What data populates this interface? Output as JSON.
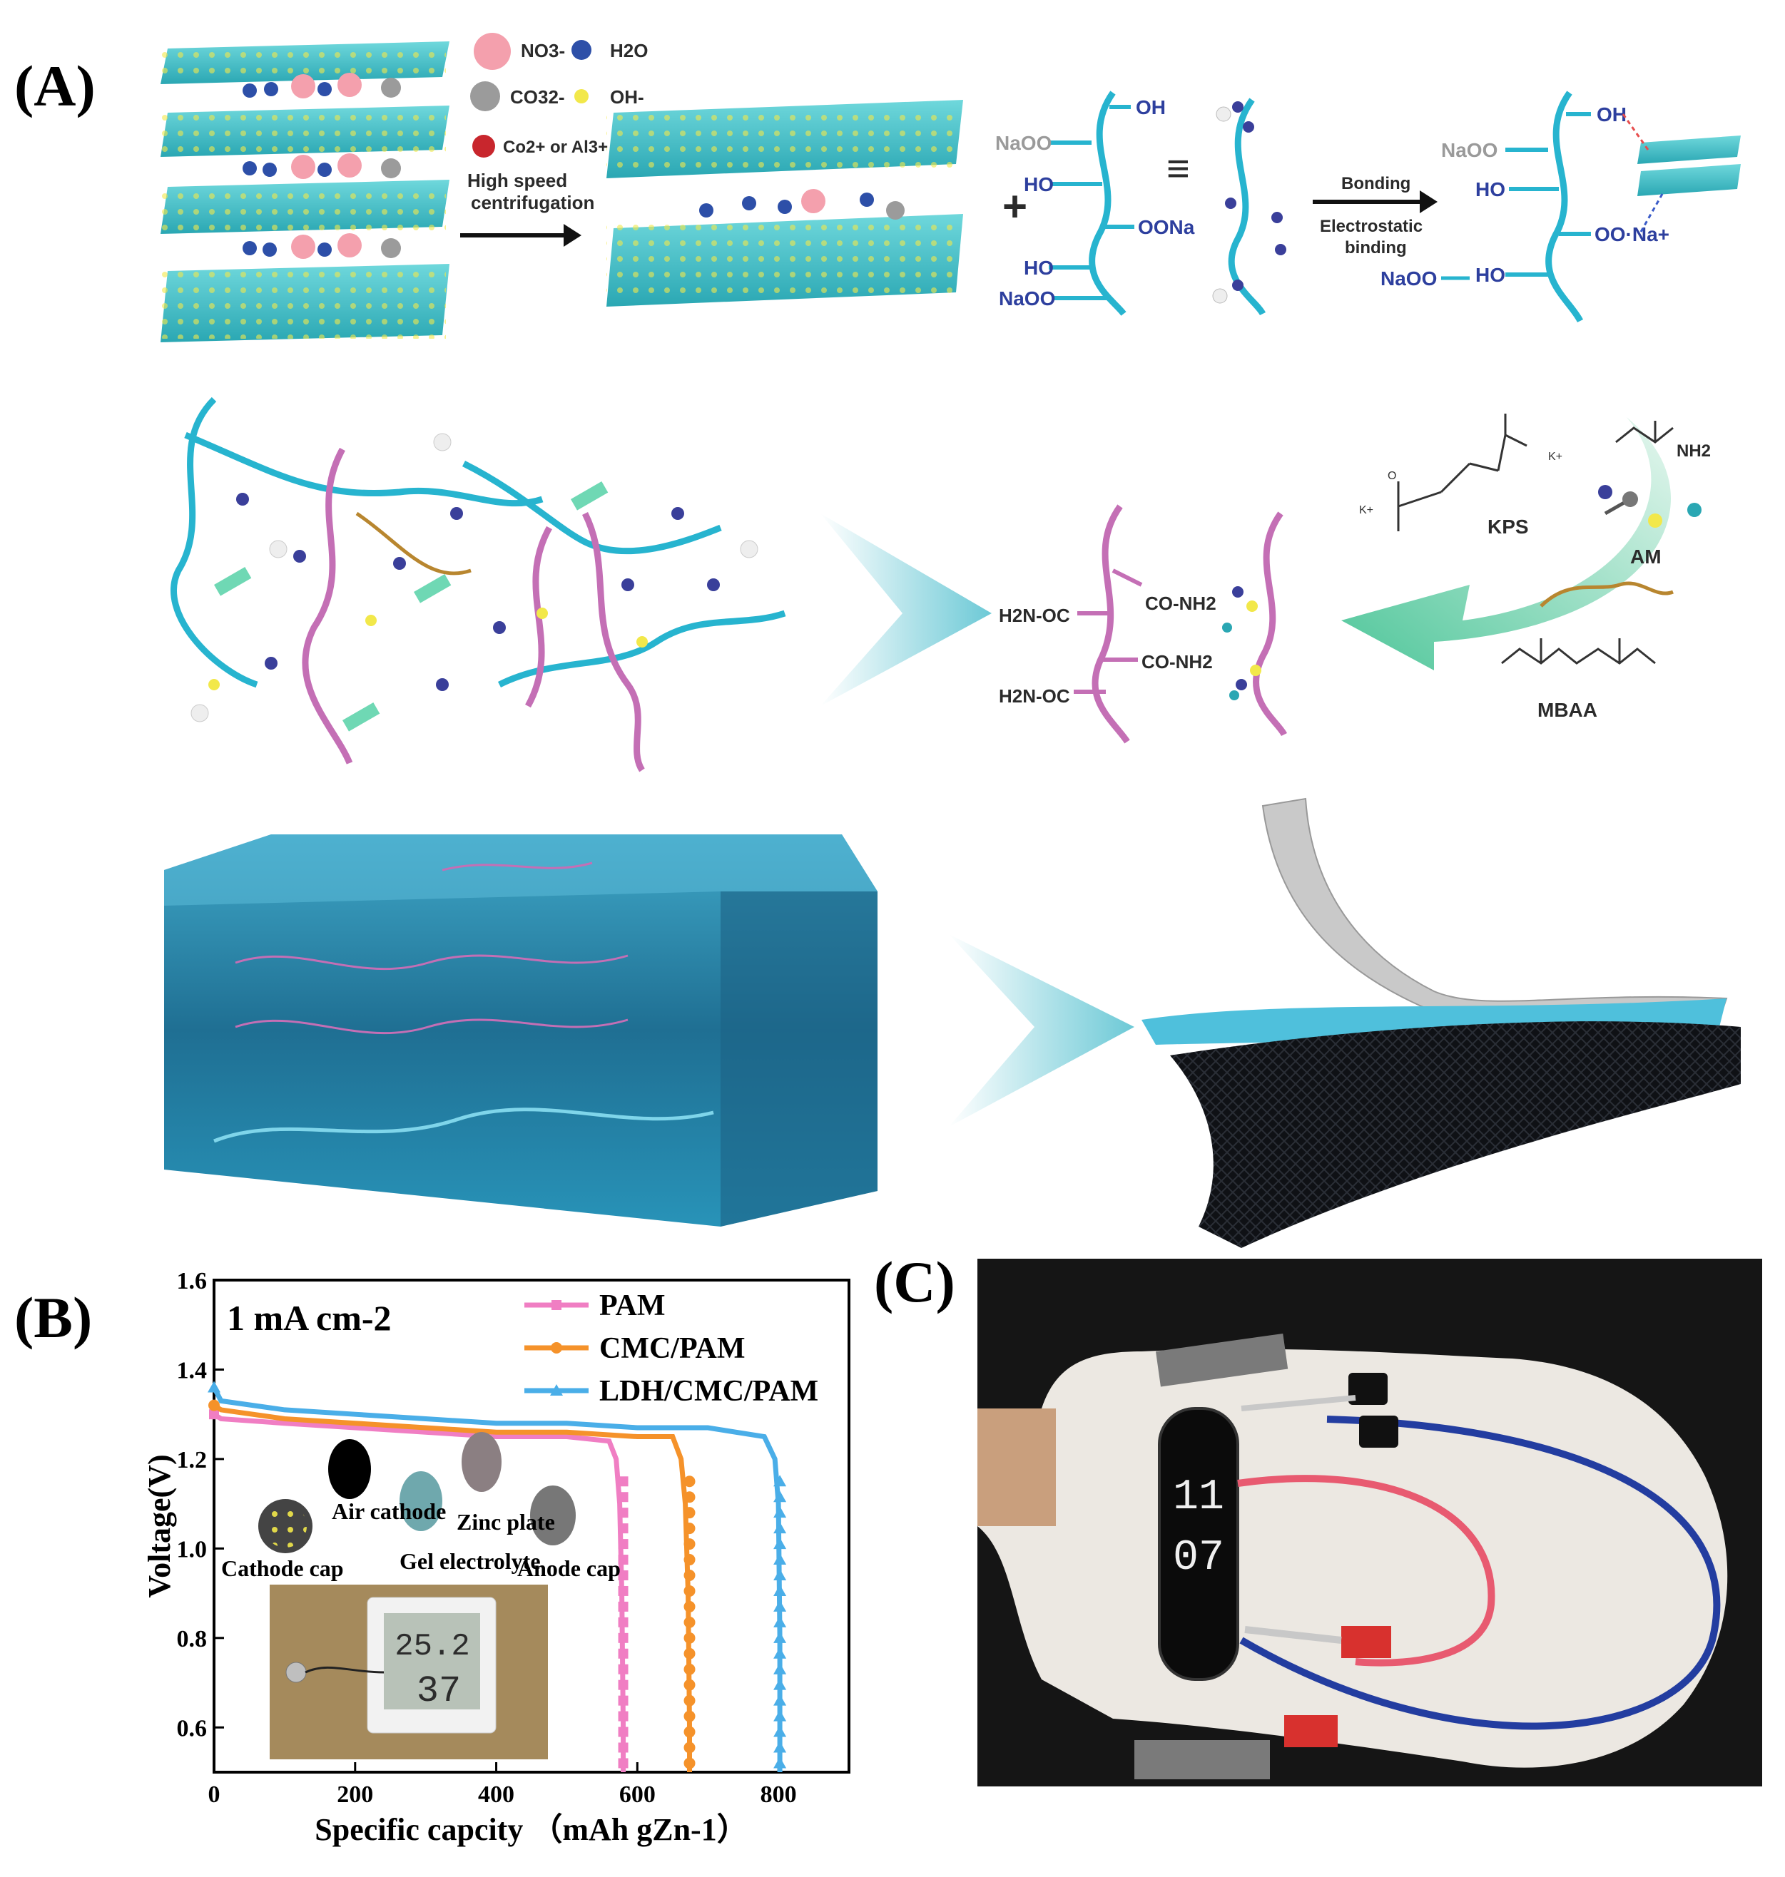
{
  "panels": {
    "a": "(A)",
    "b": "(B)",
    "c": "(C)"
  },
  "legend_ions": {
    "no3": "NO3-",
    "h2o": "H2O",
    "co3": "CO32-",
    "oh": "OH-",
    "metal": "Co2+ or Al3+"
  },
  "process": {
    "centrifuge_line1": "High speed",
    "centrifuge_line2": "centrifugation",
    "bonding": "Bonding",
    "electro_line1": "Electrostatic",
    "electro_line2": "binding",
    "plus": "+",
    "equiv": "≡"
  },
  "cmc_labels": {
    "oh": "OH",
    "naoo1": "NaOO",
    "ho1": "HO",
    "oona": "OONa",
    "ho2": "HO",
    "naoo2": "NaOO",
    "r_oh": "OH",
    "r_naoo1": "NaOO",
    "r_ho1": "HO",
    "r_oona": "OO·Na+",
    "r_ho2": "HO",
    "r_naoo2": "NaOO"
  },
  "reagents": {
    "kps": "KPS",
    "am": "AM",
    "mbaa": "MBAA",
    "nh2": "NH2",
    "k": "K+",
    "o": "O"
  },
  "pam_labels": {
    "h2noc1": "H2N-OC",
    "conh2_1": "CO-NH2",
    "h2noc2": "H2N-OC",
    "conh2_2": "CO-NH2"
  },
  "chart_inset": {
    "label": "1 mA cm-2",
    "components": {
      "cathode_cap": "Cathode cap",
      "air_cathode": "Air cathode",
      "gel": "Gel electrolyte",
      "zinc": "Zinc plate",
      "anode_cap": "Anode cap"
    }
  },
  "display": {
    "hygro_top": "25.2",
    "hygro_bottom": "37",
    "watch_top": "11",
    "watch_bottom": "07"
  },
  "colors": {
    "cyan": "#27b4cf",
    "pink": "#f07ec3",
    "orange": "#f5922a",
    "blue": "#4aaee8",
    "magenta": "#c46fb5"
  },
  "chart_data": {
    "type": "line",
    "xlabel": "Specific capcity （mAh gZn-1）",
    "ylabel": "Voltage(V)",
    "xlim": [
      0,
      900
    ],
    "ylim": [
      0.5,
      1.6
    ],
    "xticks": [
      0,
      200,
      400,
      600,
      800
    ],
    "yticks": [
      0.6,
      0.8,
      1.0,
      1.2,
      1.4,
      1.6
    ],
    "legend_position": "top-right",
    "series": [
      {
        "name": "PAM",
        "color": "#f07ec3",
        "marker": "square",
        "x": [
          0,
          10,
          100,
          200,
          300,
          400,
          500,
          560,
          570,
          575,
          578,
          580,
          580
        ],
        "y": [
          1.3,
          1.29,
          1.28,
          1.27,
          1.26,
          1.25,
          1.25,
          1.24,
          1.2,
          1.1,
          0.9,
          0.6,
          0.5
        ]
      },
      {
        "name": "CMC/PAM",
        "color": "#f5922a",
        "marker": "circle",
        "x": [
          0,
          10,
          100,
          200,
          300,
          400,
          500,
          600,
          650,
          662,
          668,
          672,
          674,
          674
        ],
        "y": [
          1.32,
          1.31,
          1.29,
          1.28,
          1.27,
          1.26,
          1.26,
          1.25,
          1.25,
          1.2,
          1.1,
          0.9,
          0.6,
          0.5
        ]
      },
      {
        "name": "LDH/CMC/PAM",
        "color": "#4aaee8",
        "marker": "triangle",
        "x": [
          0,
          10,
          100,
          200,
          300,
          400,
          500,
          600,
          700,
          780,
          795,
          800,
          802,
          802
        ],
        "y": [
          1.36,
          1.33,
          1.31,
          1.3,
          1.29,
          1.28,
          1.28,
          1.27,
          1.27,
          1.25,
          1.2,
          1.1,
          0.8,
          0.5
        ]
      }
    ]
  }
}
